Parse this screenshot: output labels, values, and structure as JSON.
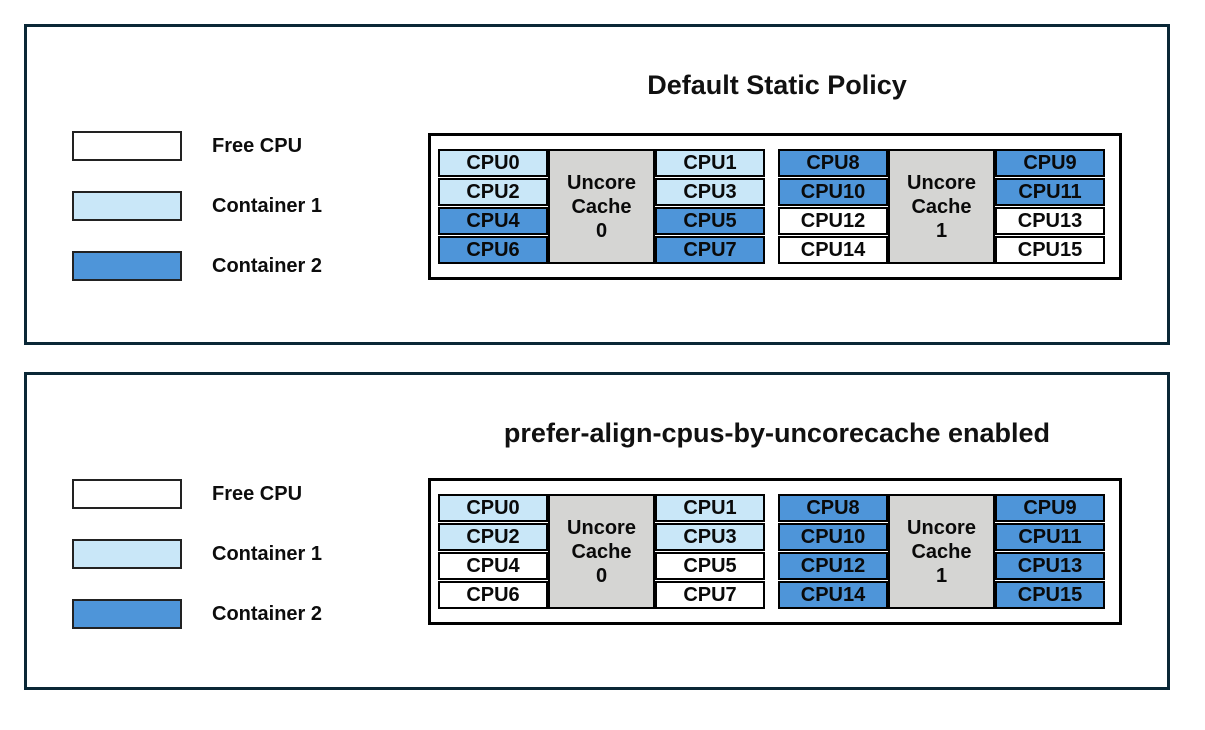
{
  "colors": {
    "free": "#ffffff",
    "container1": "#c9e7f8",
    "container2": "#4e95d9",
    "cache": "#d5d5d3",
    "panel_border": "#0a2736"
  },
  "legend": [
    {
      "label": "Free CPU",
      "type": "free"
    },
    {
      "label": "Container 1",
      "type": "container1"
    },
    {
      "label": "Container 2",
      "type": "container2"
    }
  ],
  "panels": [
    {
      "title": "Default Static Policy",
      "caches": [
        {
          "name_lines": [
            "Uncore",
            "Cache",
            "0"
          ],
          "left": [
            {
              "label": "CPU0",
              "type": "container1"
            },
            {
              "label": "CPU2",
              "type": "container1"
            },
            {
              "label": "CPU4",
              "type": "container2"
            },
            {
              "label": "CPU6",
              "type": "container2"
            }
          ],
          "right": [
            {
              "label": "CPU1",
              "type": "container1"
            },
            {
              "label": "CPU3",
              "type": "container1"
            },
            {
              "label": "CPU5",
              "type": "container2"
            },
            {
              "label": "CPU7",
              "type": "container2"
            }
          ]
        },
        {
          "name_lines": [
            "Uncore",
            "Cache",
            "1"
          ],
          "left": [
            {
              "label": "CPU8",
              "type": "container2"
            },
            {
              "label": "CPU10",
              "type": "container2"
            },
            {
              "label": "CPU12",
              "type": "free"
            },
            {
              "label": "CPU14",
              "type": "free"
            }
          ],
          "right": [
            {
              "label": "CPU9",
              "type": "container2"
            },
            {
              "label": "CPU11",
              "type": "container2"
            },
            {
              "label": "CPU13",
              "type": "free"
            },
            {
              "label": "CPU15",
              "type": "free"
            }
          ]
        }
      ]
    },
    {
      "title": "prefer-align-cpus-by-uncorecache enabled",
      "caches": [
        {
          "name_lines": [
            "Uncore",
            "Cache",
            "0"
          ],
          "left": [
            {
              "label": "CPU0",
              "type": "container1"
            },
            {
              "label": "CPU2",
              "type": "container1"
            },
            {
              "label": "CPU4",
              "type": "free"
            },
            {
              "label": "CPU6",
              "type": "free"
            }
          ],
          "right": [
            {
              "label": "CPU1",
              "type": "container1"
            },
            {
              "label": "CPU3",
              "type": "container1"
            },
            {
              "label": "CPU5",
              "type": "free"
            },
            {
              "label": "CPU7",
              "type": "free"
            }
          ]
        },
        {
          "name_lines": [
            "Uncore",
            "Cache",
            "1"
          ],
          "left": [
            {
              "label": "CPU8",
              "type": "container2"
            },
            {
              "label": "CPU10",
              "type": "container2"
            },
            {
              "label": "CPU12",
              "type": "container2"
            },
            {
              "label": "CPU14",
              "type": "container2"
            }
          ],
          "right": [
            {
              "label": "CPU9",
              "type": "container2"
            },
            {
              "label": "CPU11",
              "type": "container2"
            },
            {
              "label": "CPU13",
              "type": "container2"
            },
            {
              "label": "CPU15",
              "type": "container2"
            }
          ]
        }
      ]
    }
  ]
}
